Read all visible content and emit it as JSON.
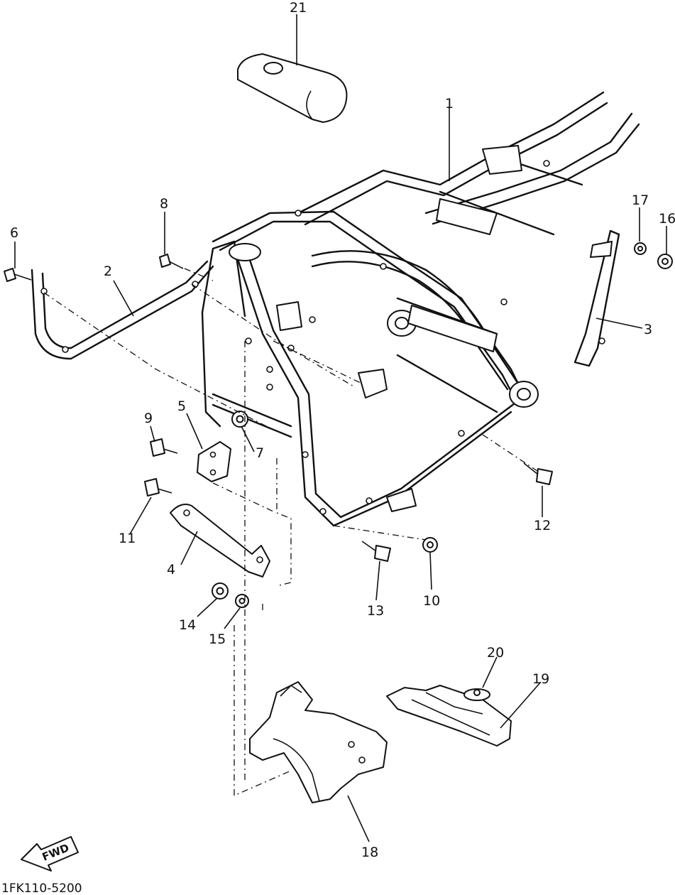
{
  "diagram": {
    "callouts": [
      {
        "id": "c1",
        "text": "1"
      },
      {
        "id": "c2",
        "text": "2"
      },
      {
        "id": "c3",
        "text": "3"
      },
      {
        "id": "c4",
        "text": "4"
      },
      {
        "id": "c5",
        "text": "5"
      },
      {
        "id": "c6",
        "text": "6"
      },
      {
        "id": "c7",
        "text": "7"
      },
      {
        "id": "c8",
        "text": "8"
      },
      {
        "id": "c9",
        "text": "9"
      },
      {
        "id": "c10",
        "text": "10"
      },
      {
        "id": "c11",
        "text": "11"
      },
      {
        "id": "c12",
        "text": "12"
      },
      {
        "id": "c13",
        "text": "13"
      },
      {
        "id": "c14",
        "text": "14"
      },
      {
        "id": "c15",
        "text": "15"
      },
      {
        "id": "c16",
        "text": "16"
      },
      {
        "id": "c17",
        "text": "17"
      },
      {
        "id": "c18",
        "text": "18"
      },
      {
        "id": "c19",
        "text": "19"
      },
      {
        "id": "c20",
        "text": "20"
      },
      {
        "id": "c21",
        "text": "21"
      }
    ],
    "fwd_label": "FWD",
    "drawing_code": "1FK110-5200"
  }
}
